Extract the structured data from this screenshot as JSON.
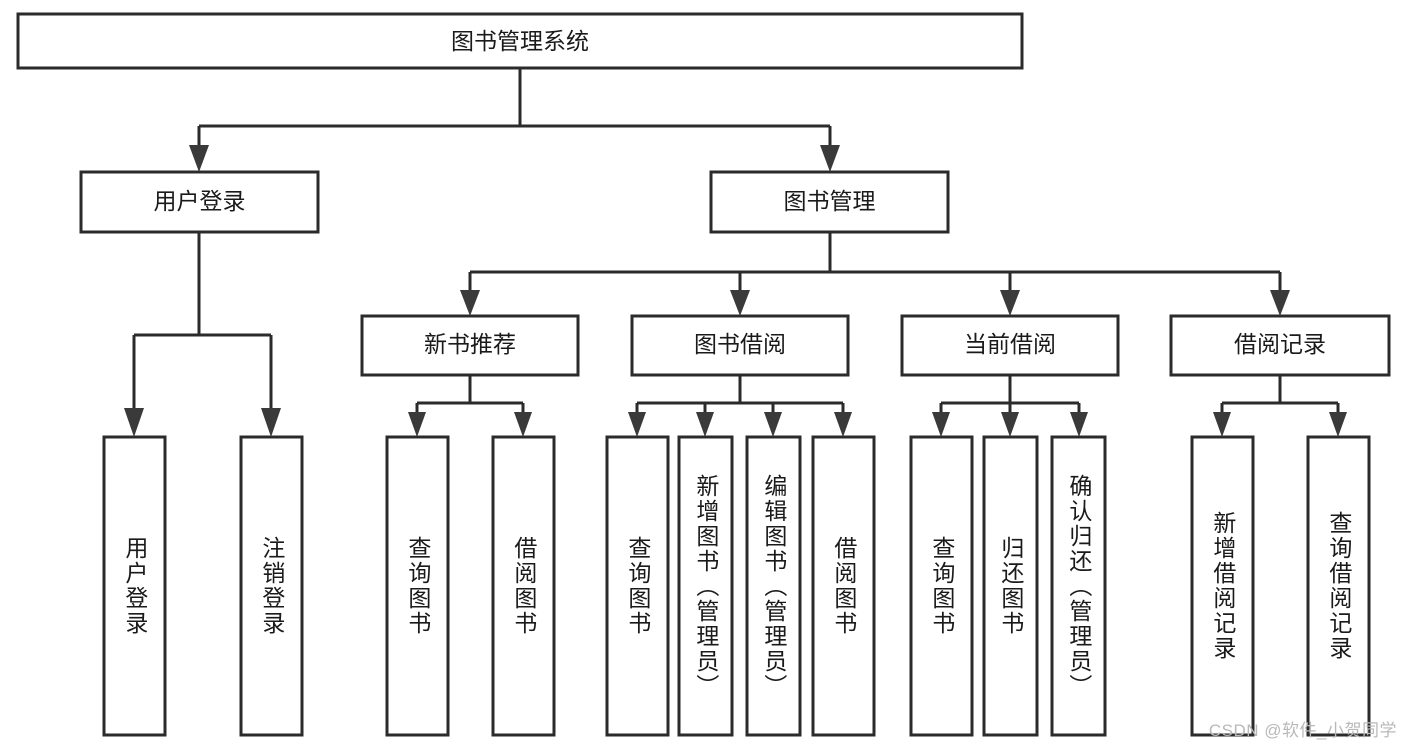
{
  "diagram": {
    "type": "tree-hierarchy",
    "title": "图书管理系统",
    "watermark": "CSDN @软件_小贺同学",
    "colors": {
      "background": "#ffffff",
      "box_stroke": "#2b2b2b",
      "box_fill": "#ffffff",
      "connector": "#2b2b2b",
      "arrow": "#3a3a3a",
      "text": "#1a1a1a",
      "watermark": "#b9b9b9"
    },
    "root": {
      "id": "root",
      "label": "图书管理系统"
    },
    "level2": [
      {
        "id": "user-login",
        "label": "用户登录"
      },
      {
        "id": "book-management",
        "label": "图书管理"
      }
    ],
    "level3": [
      {
        "id": "new-book-recommend",
        "label": "新书推荐",
        "parent": "book-management"
      },
      {
        "id": "book-borrow",
        "label": "图书借阅",
        "parent": "book-management"
      },
      {
        "id": "current-borrow",
        "label": "当前借阅",
        "parent": "book-management"
      },
      {
        "id": "borrow-record",
        "label": "借阅记录",
        "parent": "book-management"
      }
    ],
    "leaves": {
      "user-login": [
        {
          "id": "leaf-user-login",
          "label": "用户登录"
        },
        {
          "id": "leaf-logout",
          "label": "注销登录"
        }
      ],
      "new-book-recommend": [
        {
          "id": "leaf-query-book-1",
          "label": "查询图书"
        },
        {
          "id": "leaf-borrow-book-1",
          "label": "借阅图书"
        }
      ],
      "book-borrow": [
        {
          "id": "leaf-query-book-2",
          "label": "查询图书"
        },
        {
          "id": "leaf-add-book",
          "label": "新增图书（管理员）"
        },
        {
          "id": "leaf-edit-book",
          "label": "编辑图书（管理员）"
        },
        {
          "id": "leaf-borrow-book-2",
          "label": "借阅图书"
        }
      ],
      "current-borrow": [
        {
          "id": "leaf-query-book-3",
          "label": "查询图书"
        },
        {
          "id": "leaf-return-book",
          "label": "归还图书"
        },
        {
          "id": "leaf-confirm-return",
          "label": "确认归还（管理员）"
        }
      ],
      "borrow-record": [
        {
          "id": "leaf-add-record",
          "label": "新增借阅记录"
        },
        {
          "id": "leaf-query-record",
          "label": "查询借阅记录"
        }
      ]
    }
  }
}
